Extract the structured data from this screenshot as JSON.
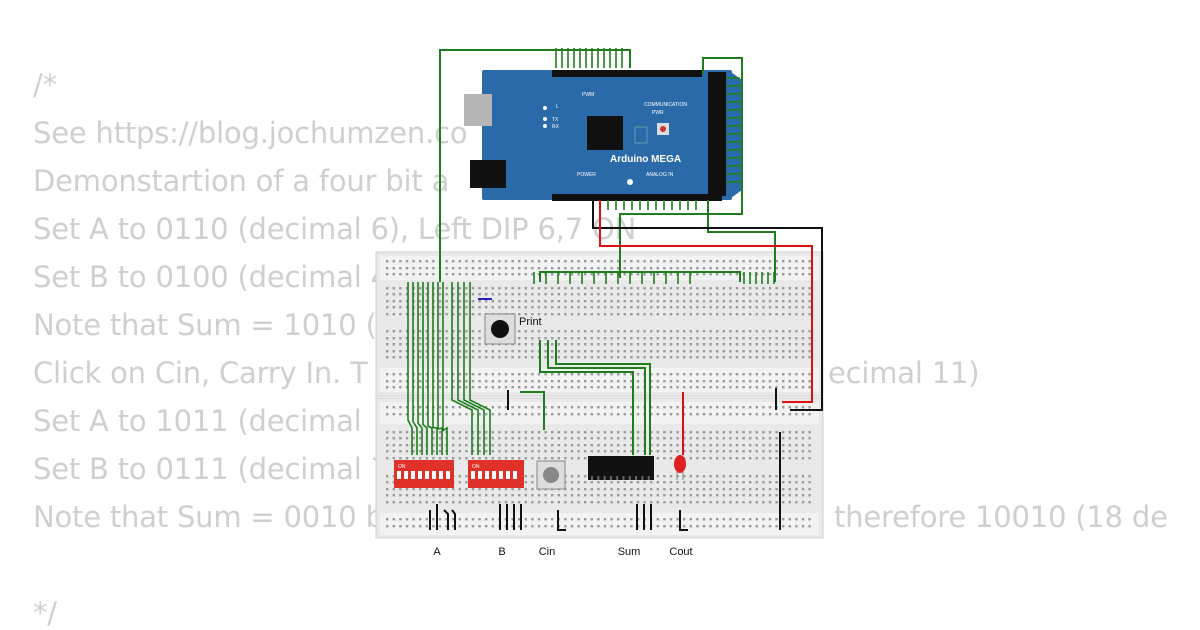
{
  "code": {
    "lines": [
      "/*",
      "See https://blog.jochumzen.co",
      "Demonstartion of a four bit a",
      "Set A to 0110 (decimal 6), Left DIP 6,7 ON",
      "Set B to 0100 (decimal 4",
      "Note that Sum = 1010 (",
      "Click on Cin, Carry In. T",
      "Set A to 1011 (decimal",
      "Set B to 0111 (decimal 7",
      "Note that Sum = 0010 b",
      "",
      "*/"
    ],
    "fragments": {
      "line7_tail": "ecimal 11)",
      "line10_tail": "therefore 10010 (18 de"
    }
  },
  "board": {
    "name": "Arduino MEGA",
    "pwm_label": "PWM",
    "communication_label": "COMMUNICATION",
    "power_label": "POWER",
    "analog_label": "ANALOG IN",
    "pwr_led_label": "PWR",
    "l_label": "L",
    "tx_label": "TX",
    "rx_label": "RX"
  },
  "components": {
    "print_label": "Print",
    "label_a": "A",
    "label_b": "B",
    "label_cin": "Cin",
    "label_sum": "Sum",
    "label_cout": "Cout",
    "dip_on": "ON"
  },
  "colors": {
    "wire_green": "#1e7e1e",
    "wire_black": "#111111",
    "wire_red": "#dd1111",
    "board_blue": "#2a6aa8",
    "breadboard": "#e9e9e9",
    "dip_red": "#e0302a",
    "led_red": "#e02020"
  }
}
